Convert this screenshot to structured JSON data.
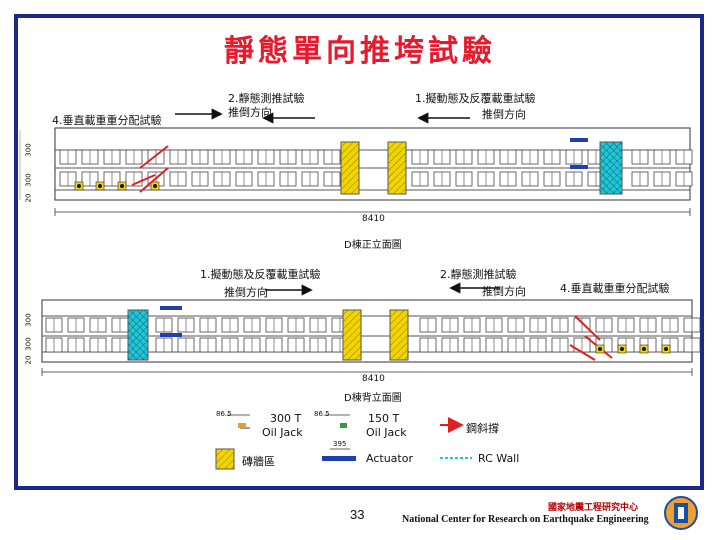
{
  "title": "靜態單向推垮試驗",
  "top_elevation": {
    "label_a": "2.靜態測推試驗",
    "label_a_dir": "推倒方向",
    "label_b": "1.擬動態及反覆載重試驗",
    "label_b_dir": "推倒方向",
    "label_c": "4.垂直載重重分配試驗",
    "dim_total": "8410",
    "dims_left": [
      "300",
      "300",
      "20"
    ],
    "caption": "D棟正立面圖"
  },
  "bottom_elevation": {
    "label_a": "1.擬動態及反覆載重試驗",
    "label_a_dir": "推倒方向",
    "label_b": "2.靜態測推試驗",
    "label_b_dir": "推倒方向",
    "label_c": "4.垂直載重重分配試驗",
    "dim_total": "8410",
    "dims_left": [
      "300",
      "300",
      "20"
    ],
    "caption": "D棟背立面圖"
  },
  "legend": {
    "jack_300": "300 T",
    "jack_300_sub": "Oil Jack",
    "jack_150": "150 T",
    "jack_150_sub": "Oil Jack",
    "jack_300_dim": "86.5",
    "jack_150_dim": "86.5",
    "brace": "鋼斜撐",
    "infill": "磚牆區",
    "actuator": "Actuator",
    "actuator_dim": "395",
    "rc_wall": "RC Wall"
  },
  "footer": {
    "page_number": "33",
    "org_zh": "國家地震工程研究中心",
    "org_en": "National Center for Research on Earthquake Engineering"
  },
  "colors": {
    "frame": "#1b2a8a",
    "title": "#e8192c",
    "brace": "#e02020",
    "infill": "#f2d400",
    "rc_wall": "#22c6d8",
    "actuator": "#1f3fb0"
  }
}
